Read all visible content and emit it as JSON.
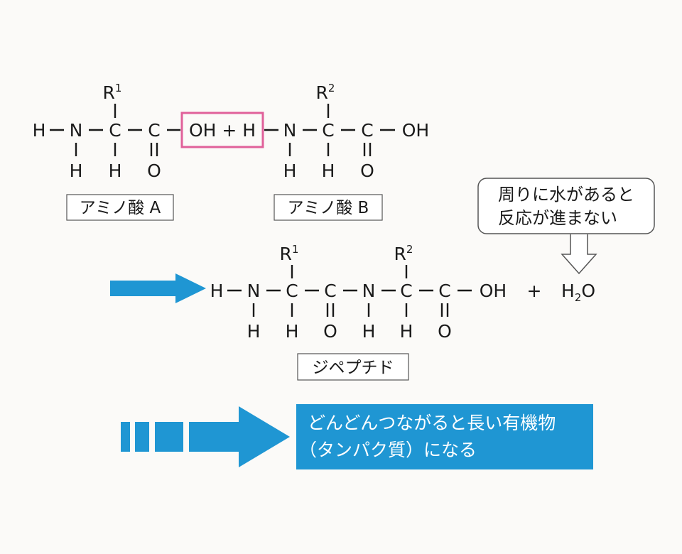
{
  "amino_acid_a": {
    "H": "H",
    "N": "N",
    "C": "C",
    "OH": "OH",
    "O": "O",
    "R": "R",
    "R_sup": "1",
    "label": "アミノ酸 A"
  },
  "amino_acid_b": {
    "H": "H",
    "N": "N",
    "C": "C",
    "OH": "OH",
    "O": "O",
    "R": "R",
    "R_sup": "2",
    "label": "アミノ酸 B"
  },
  "highlight": {
    "text": "OH + H",
    "color": "#e0609a"
  },
  "bubble": {
    "line1": "周りに水があると",
    "line2": "反応が進まない"
  },
  "dipeptide": {
    "H": "H",
    "N": "N",
    "C": "C",
    "OH": "OH",
    "O": "O",
    "R": "R",
    "R1_sup": "1",
    "R2_sup": "2",
    "plus": "+",
    "water_H": "H",
    "water_sub": "2",
    "water_O": "O",
    "label": "ジペプチド"
  },
  "banner": {
    "line1": "どんどんつながると長い有機物",
    "line2": "（タンパク質）になる",
    "color": "#1f96d3"
  },
  "colors": {
    "arrow": "#1f96d3",
    "text": "#1a1a1a"
  }
}
